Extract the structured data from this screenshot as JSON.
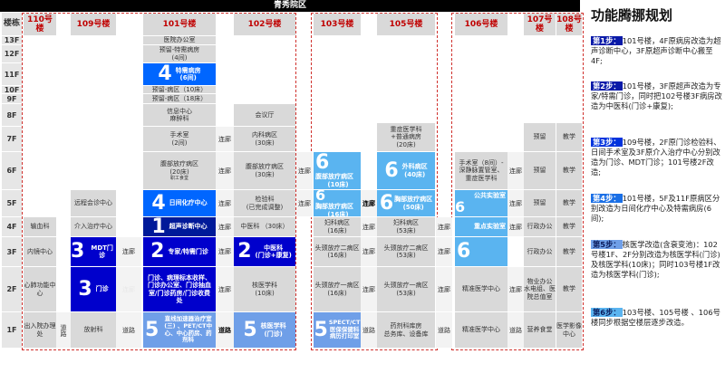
{
  "banner": {
    "title": "青秀院区"
  },
  "floor_header": "楼栋",
  "floors": [
    "13F",
    "12F",
    "11F",
    "10F",
    "9F",
    "8F",
    "7F",
    "6F",
    "5F",
    "4F",
    "3F",
    "2F",
    "1F"
  ],
  "buildings": {
    "b110": "110号楼",
    "b109": "109号楼",
    "b101": "101号楼",
    "b102": "102号楼",
    "b103": "103号楼",
    "b105": "105号楼",
    "b106": "106号楼",
    "b107": "107号楼",
    "b108": "108号楼"
  },
  "cells": {
    "b101_13F": "医院办公室",
    "b101_12F_a": "预留-特需病房",
    "b101_12F_b": "(4间)",
    "b101_11F_num": "4",
    "b101_11F_a": "特需病房",
    "b101_11F_b": "(6间)",
    "b101_10F": "预留-病区（10床）",
    "b101_9F": "预留-病区（18床）",
    "b101_8F_a": "信息中心",
    "b101_8F_b": "麻醉科",
    "b101_7F_a": "手术室",
    "b101_7F_b": "(2间)",
    "b101_6F_a": "腹部放疗病区",
    "b101_6F_b": "(20床)",
    "b101_6F_c": "职工食堂",
    "b101_5F_num": "4",
    "b101_5F": "日间化疗中心",
    "b101_4F_num": "1",
    "b101_4F": "超声诊断中心",
    "b101_3F_num": "2",
    "b101_3F": "专家/特需门诊",
    "b101_2F": "门诊、病理标本收样、门诊办公室、门诊抽血室/门诊药房/门诊收费处",
    "b101_1F_num": "5",
    "b101_1F": "直线加速器治疗室(三) 、PET/CT中心、中心药房、药剂科",
    "link_101_102": [
      "连廊",
      "连廊",
      "连廊",
      "连廊",
      "连廊",
      "连廊",
      "道路"
    ],
    "b102_8F": "会议厅",
    "b102_7F_a": "内科病区",
    "b102_7F_b": "(30床)",
    "b102_6F_a": "腹部放疗病区",
    "b102_6F_b": "(30床)",
    "b102_5F_a": "检验科",
    "b102_5F_b": "(已完成调整)",
    "b102_4F": "中医科 （30床）",
    "b102_3F_num": "2",
    "b102_3F_a": "中医科",
    "b102_3F_b": "(门诊+康复)",
    "b102_2F_a": "核医学科",
    "b102_2F_b": "(10床)",
    "b102_1F_num": "5",
    "b102_1F_a": "核医学科",
    "b102_1F_b": "(门诊)",
    "link_102_103": [
      "连廊",
      "连廊"
    ],
    "b110_4F": "输血科",
    "b110_3F": "内镜中心",
    "b110_2F": "心肺功能中心",
    "b110_1F": "出入院办理处",
    "road_110_109": "道路",
    "b109_5F": "远程会诊中心",
    "b109_4F": "介入治疗中心",
    "b109_3F_num": "3",
    "b109_3F": "MDT门诊",
    "b109_2F_num": "3",
    "b109_2F": "门诊",
    "b109_1F": "放射科",
    "link_109_101": [
      "连廊",
      "连廊",
      "道路"
    ],
    "b103_6F_num": "6",
    "b103_6F_a": "腹部放疗病区",
    "b103_6F_b": "(10床)",
    "b103_5F_num": "6",
    "b103_5F_a": "胸部放疗病区",
    "b103_5F_b": "(16床)",
    "b103_4F_a": "妇科病区",
    "b103_4F_b": "(16床)",
    "b103_3F_a": "头颈放疗二病区",
    "b103_3F_b": "(16床)",
    "b103_2F_a": "头颈放疗一病区",
    "b103_2F_b": "(16床)",
    "b103_1F_num": "5",
    "b103_1F": "SPECT/CT 医保保健科 病历打印室",
    "link_103_105": [
      "连廊",
      "连廊",
      "连廊",
      "连廊",
      "道路"
    ],
    "b105_7F_a": "重症医学科",
    "b105_7F_b": "+普通病房",
    "b105_7F_c": "(20床)",
    "b105_6F_num": "6",
    "b105_6F_a": "外科病区",
    "b105_6F_b": "(40床)",
    "b105_5F_num": "6",
    "b105_5F_a": "胸部放疗病区",
    "b105_5F_b": "(50床)",
    "b105_4F_a": "妇科病区",
    "b105_4F_b": "(53床)",
    "b105_3F_a": "头颈放疗二病区",
    "b105_3F_b": "(53床)",
    "b105_2F_a": "头颈放疗一病区",
    "b105_2F_b": "(53床)",
    "b105_1F_a": "药剂科库房",
    "b105_1F_b": "总务库、设备库",
    "link_105_106": [
      "连廊",
      "连廊",
      "连廊",
      "道路"
    ],
    "b106_6F": "手术室（8间）-深静脉置管室、重症医学科",
    "b106_5F_num": "6",
    "b106_5F": "公共实验室",
    "b106_4F_num": "6",
    "b106_4F": "重点实验室",
    "b106_2F": "精准医学中心",
    "b106_1F": "精准医学中心",
    "link_106_107": [
      "连廊",
      "连廊",
      "连廊",
      "连廊",
      "道路"
    ],
    "b107_7F": "预留",
    "b107_6F": "预留",
    "b107_5F": "预留",
    "b107_4F": "行政办公",
    "b107_3F": "行政办公",
    "b107_2F": "物业办公 水电组、医院总值室",
    "b107_1F": "营养食堂",
    "b108_7F": "教学",
    "b108_6F": "教学",
    "b108_5F": "教学",
    "b108_4F": "教学",
    "b108_3F": "教学",
    "b108_2F": "教学",
    "b108_1F": "医学影像中心"
  },
  "panel": {
    "title": "功能腾挪规划",
    "steps": [
      {
        "badge": "第1步：",
        "color": "#0a1aa8",
        "text": "101号楼，4F原病房改造为超声诊断中心，3F原超声诊断中心搬至4F;"
      },
      {
        "badge": "第2步：",
        "color": "#0a1aa8",
        "text": "101号楼，3F原超声改造为专家/特需门诊，同时把102号楼3F病房改造为中医科(门诊+康复);"
      },
      {
        "badge": "第3步：",
        "color": "#0033dd",
        "text": "109号楼，2F原门诊检验科、日间手术室及3F原介入治疗中心分别改造为门诊、MDT门诊；101号楼2F改造;"
      },
      {
        "badge": "第4步：",
        "color": "#1a6fe6",
        "text": "101号楼，5F及11F原病区分别改造为日间化疗中心及特需病房(6间);"
      },
      {
        "badge": "第5步：",
        "color": "#6f9fe8",
        "text": "核医学改造(含衰变池)：102号楼1F、2F分别改造为核医学科(门诊)及核医学科(10床)；同时103号楼1F改造为核医学科(门诊);"
      },
      {
        "badge": "第6步：",
        "color": "#5ab4f0",
        "text": "103号楼、105号楼 、106号楼同步根据空楼层逐步改造。"
      }
    ]
  }
}
